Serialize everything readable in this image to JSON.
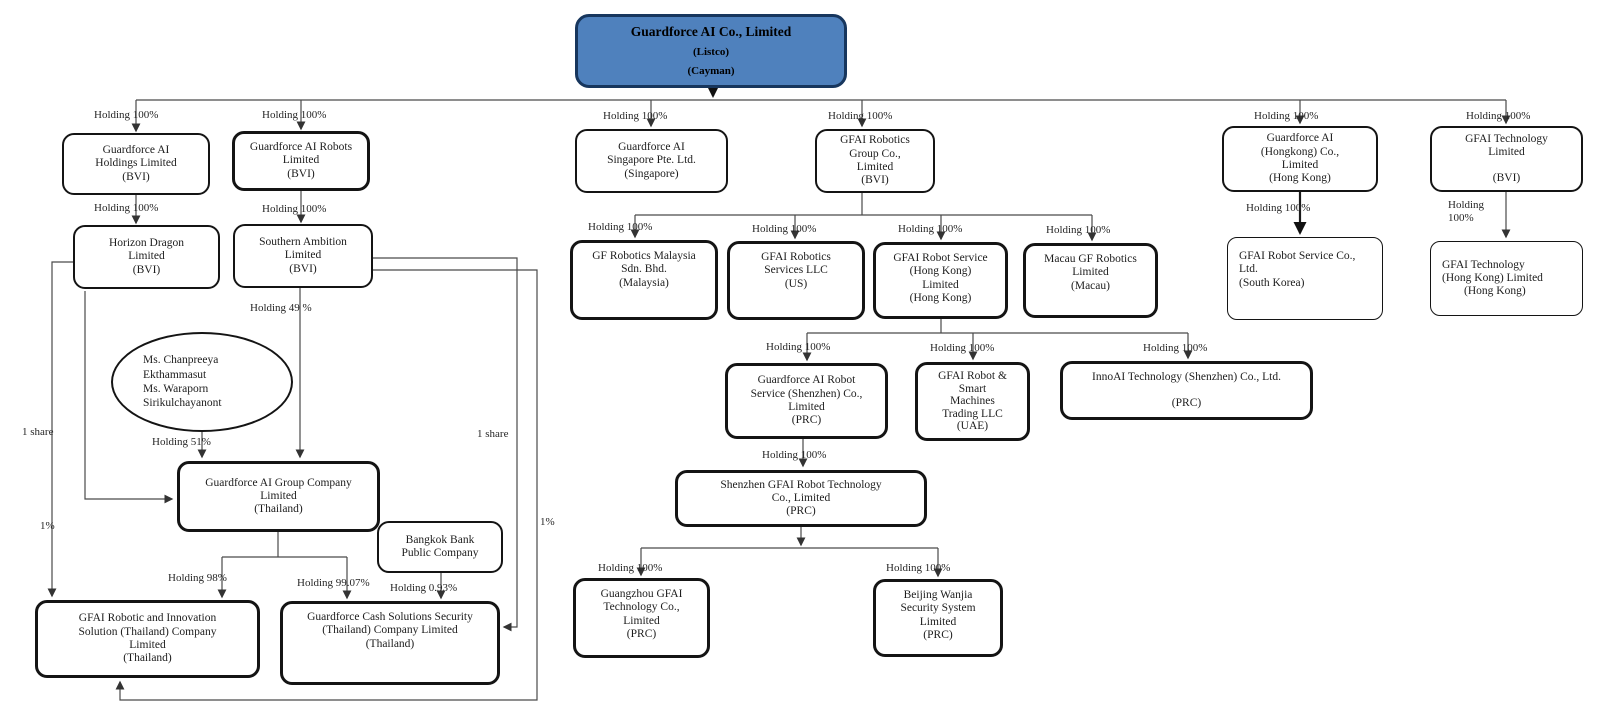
{
  "colors": {
    "root_fill": "#4f81bd",
    "root_border": "#17365d",
    "line_color": "#4a4a4a",
    "box_border": "#141414"
  },
  "edge_labels": {
    "holding_100": "Holding 100%",
    "holding_word": "Holding",
    "pct_100": "100%",
    "holding_49": "Holding 49 %",
    "holding_51": "Holding 51%",
    "holding_98": "Holding 98%",
    "holding_99_07": "Holding 99.07%",
    "holding_0_93": "Holding 0.93%",
    "one_share": "1 share",
    "one_percent": "1%"
  },
  "nodes": {
    "listco": {
      "lines": [
        "Guardforce AI Co., Limited",
        "(Listco)",
        "(Cayman)"
      ]
    },
    "gf_holdings": {
      "lines": [
        "Guardforce AI",
        "Holdings Limited",
        "(BVI)"
      ]
    },
    "gf_robots": {
      "lines": [
        "Guardforce AI Robots",
        "Limited",
        "(BVI)"
      ]
    },
    "singapore": {
      "lines": [
        "Guardforce AI",
        "Singapore Pte. Ltd.",
        "(Singapore)"
      ]
    },
    "robotics_group": {
      "lines": [
        "GFAI Robotics",
        "Group Co.,",
        "Limited",
        "(BVI)"
      ]
    },
    "gf_hongkong": {
      "lines": [
        "Guardforce AI",
        "(Hongkong) Co.,",
        "Limited",
        "(Hong Kong)"
      ]
    },
    "gfai_technology": {
      "lines": [
        "GFAI Technology",
        "Limited",
        "(BVI)"
      ]
    },
    "horizon": {
      "lines": [
        "Horizon Dragon",
        "Limited",
        "(BVI)"
      ]
    },
    "southern": {
      "lines": [
        "Southern Ambition",
        "Limited",
        "(BVI)"
      ]
    },
    "owners": {
      "lines": [
        "Ms. Chanpreeya",
        "Ekthammasut",
        "Ms. Waraporn",
        "Sirikulchayanont"
      ]
    },
    "malaysia": {
      "lines": [
        "GF Robotics Malaysia",
        "Sdn. Bhd.",
        "(Malaysia)"
      ]
    },
    "us": {
      "lines": [
        "GFAI Robotics",
        "Services LLC",
        "(US)"
      ]
    },
    "hk_service": {
      "lines": [
        "GFAI Robot Service",
        "(Hong Kong)",
        "Limited",
        "(Hong Kong)"
      ]
    },
    "macau": {
      "lines": [
        "Macau GF Robotics",
        "Limited",
        "(Macau)"
      ]
    },
    "korea": {
      "lines": [
        "GFAI Robot Service Co.,",
        "Ltd.",
        "(South Korea)"
      ]
    },
    "tech_hk": {
      "lines": [
        "GFAI Technology",
        "(Hong Kong) Limited",
        "(Hong Kong)"
      ]
    },
    "shenzhen_service": {
      "lines": [
        "Guardforce AI Robot",
        "Service (Shenzhen) Co.,",
        "Limited",
        "(PRC)"
      ]
    },
    "uae": {
      "lines": [
        "GFAI Robot &",
        "Smart",
        "Machines",
        "Trading LLC",
        "(UAE)"
      ]
    },
    "innoai": {
      "lines": [
        "InnoAI Technology (Shenzhen) Co., Ltd.",
        "(PRC)"
      ]
    },
    "shenzhen_tech": {
      "lines": [
        "Shenzhen GFAI Robot Technology",
        "Co., Limited",
        "(PRC)"
      ]
    },
    "guangzhou": {
      "lines": [
        "Guangzhou GFAI",
        "Technology Co.,",
        "Limited",
        "(PRC)"
      ]
    },
    "beijing": {
      "lines": [
        "Beijing Wanjia",
        "Security System",
        "Limited",
        "(PRC)"
      ]
    },
    "group_th": {
      "lines": [
        "Guardforce AI Group Company",
        "Limited",
        "(Thailand)"
      ]
    },
    "bangkok": {
      "lines": [
        "Bangkok Bank",
        "Public Company"
      ]
    },
    "robotic_th": {
      "lines": [
        "GFAI Robotic and Innovation",
        "Solution (Thailand) Company",
        "Limited",
        "(Thailand)"
      ]
    },
    "cash_th": {
      "lines": [
        "Guardforce Cash Solutions Security",
        "(Thailand) Company Limited",
        "(Thailand)"
      ]
    }
  }
}
